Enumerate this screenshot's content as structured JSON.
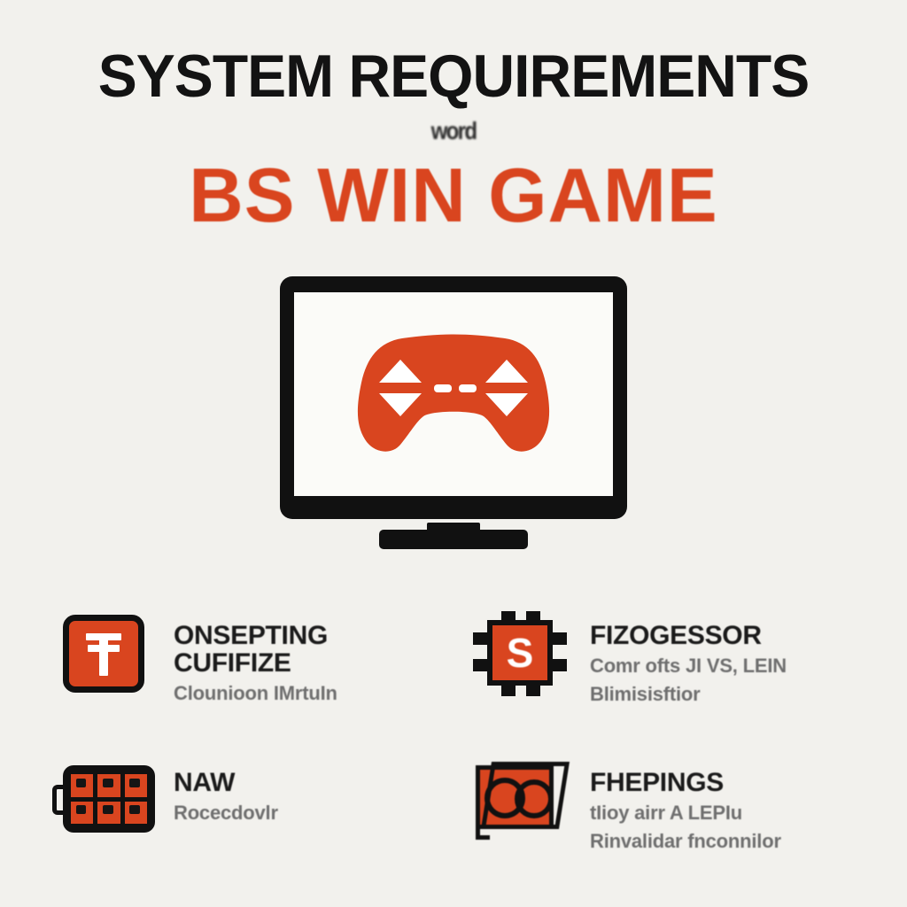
{
  "poster": {
    "background_color": "#f2f1ed",
    "accent_color": "#d9451f",
    "ink_color": "#131313",
    "muted_color": "#6f6f6f"
  },
  "header": {
    "title": "SYSTEM REQUIREMENTS",
    "subtitle": "word",
    "headline": "BS WIN GAME"
  },
  "illustration": {
    "device": "monitor",
    "screen_icon": "gamepad-icon"
  },
  "features": [
    {
      "icon": "operating-system-tile-icon",
      "icon_glyph": "T",
      "heading_line1": "ONSEPTING",
      "heading_line2": "CUFIFIZE",
      "sub_line1": "Clounioon IMrtuIn",
      "sub_line2": ""
    },
    {
      "icon": "cpu-chip-icon",
      "icon_glyph": "S",
      "heading_line1": "FIZOGESSOR",
      "heading_line2": "",
      "sub_line1": "Comr ofts JI VS, LEIN",
      "sub_line2": "Blimisisftior"
    },
    {
      "icon": "ram-module-icon",
      "icon_glyph": "",
      "heading_line1": "NAW",
      "heading_line2": "",
      "sub_line1": "Rocecdovlr",
      "sub_line2": ""
    },
    {
      "icon": "graphics-card-icon",
      "icon_glyph": "",
      "heading_line1": "FHEPINGS",
      "heading_line2": "",
      "sub_line1": "tIioy airr A LEPIu",
      "sub_line2": "Rinvalidar fnconnilor"
    }
  ]
}
